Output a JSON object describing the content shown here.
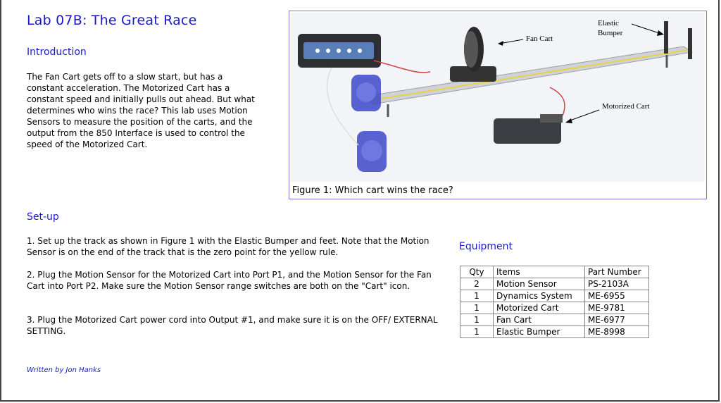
{
  "page": {
    "title": "Lab 07B:  The Great Race",
    "credit": "Written by Jon Hanks"
  },
  "introduction": {
    "heading": "Introduction",
    "text": "The Fan Cart gets off to a slow start, but has a constant acceleration.  The Motorized Cart has a constant speed and initially pulls out ahead.  But what determines who wins the race?  This lab uses Motion Sensors to measure the position of the carts,  and the output from the 850 Interface is used to control the speed of the Motorized Cart."
  },
  "figure": {
    "caption": "Figure 1: Which cart wins the race?",
    "labels": {
      "fan_cart": "Fan Cart",
      "elastic": "Elastic",
      "bumper": "Bumper",
      "motorized_cart": "Motorized Cart"
    }
  },
  "setup": {
    "heading": "Set-up",
    "steps": [
      "1. Set up the track as shown in Figure 1 with the Elastic Bumper and feet.  Note that the Motion Sensor is on the end of the track that is the zero point for the yellow rule.",
      "2.  Plug the Motion Sensor for the Motorized Cart into Port P1, and the Motion Sensor for the Fan Cart into Port P2.  Make sure the Motion Sensor range switches are both  on the \"Cart\" icon.",
      "3. Plug the Motorized Cart power cord into Output #1, and make sure it is on the OFF/ EXTERNAL SETTING."
    ]
  },
  "equipment": {
    "heading": "Equipment",
    "columns": [
      "Qty",
      "Items",
      "Part Number"
    ],
    "rows": [
      [
        "2",
        "Motion Sensor",
        "PS-2103A"
      ],
      [
        "1",
        "Dynamics System",
        "ME-6955"
      ],
      [
        "1",
        "Motorized Cart",
        "ME-9781"
      ],
      [
        "1",
        "Fan Cart",
        "ME-6977"
      ],
      [
        "1",
        "Elastic Bumper",
        "ME-8998"
      ]
    ]
  }
}
